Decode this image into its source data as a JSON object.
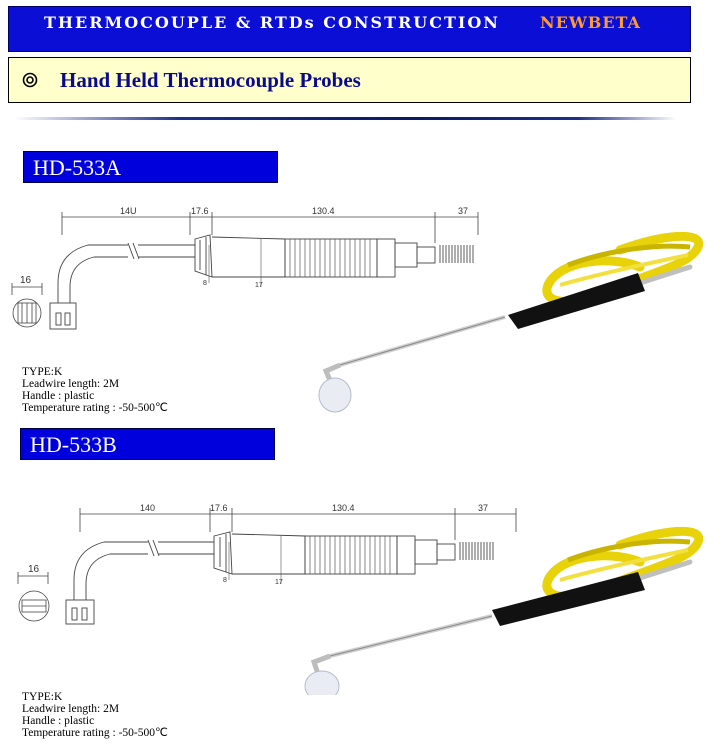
{
  "header": {
    "title": "THERMOCOUPLE & RTDs CONSTRUCTION",
    "brand": "NEWBETA",
    "color_bg": "#0b0fd6",
    "color_brand": "#ff9a2c"
  },
  "subheader": {
    "icon": "bullet-circle-icon",
    "title": "Hand Held Thermocouple Probes",
    "color_bg": "#ffffcc"
  },
  "products": [
    {
      "model": "HD-533A",
      "dimensions": {
        "length_1": "14U",
        "length_2": "17.6",
        "length_3": "130.4",
        "length_4": "37",
        "head": "16",
        "d1": "8",
        "d2": "17"
      },
      "specs": {
        "type": "TYPE:K",
        "leadwire": "Leadwire length: 2M",
        "handle": "Handle :  plastic",
        "temp": "Temperature rating : -50-500℃"
      }
    },
    {
      "model": "HD-533B",
      "dimensions": {
        "length_1": "140",
        "length_2": "17.6",
        "length_3": "130.4",
        "length_4": "37",
        "head": "16",
        "d1": "8",
        "d2": "17"
      },
      "specs": {
        "type": "TYPE:K",
        "leadwire": "Leadwire length: 2M",
        "handle": "Handle :  plastic",
        "temp": "Temperature rating : -50-500℃"
      }
    }
  ]
}
